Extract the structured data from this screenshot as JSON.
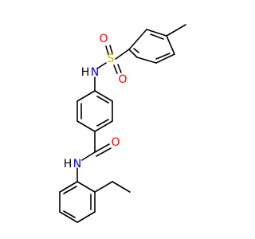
{
  "molecule": {
    "atoms": {
      "S": {
        "label": "S",
        "color": "#c8b400"
      },
      "O1": {
        "label": "O",
        "color": "#ff0000"
      },
      "O2": {
        "label": "O",
        "color": "#ff0000"
      },
      "N_sulfonamide": {
        "label": "N",
        "color": "#0000ff"
      },
      "H_sulfonamide": {
        "label": "H",
        "color": "#000000"
      },
      "O_amide": {
        "label": "O",
        "color": "#ff0000"
      },
      "N_amide": {
        "label": "N",
        "color": "#0000ff"
      },
      "H_amide": {
        "label": "H",
        "color": "#000000"
      }
    }
  }
}
